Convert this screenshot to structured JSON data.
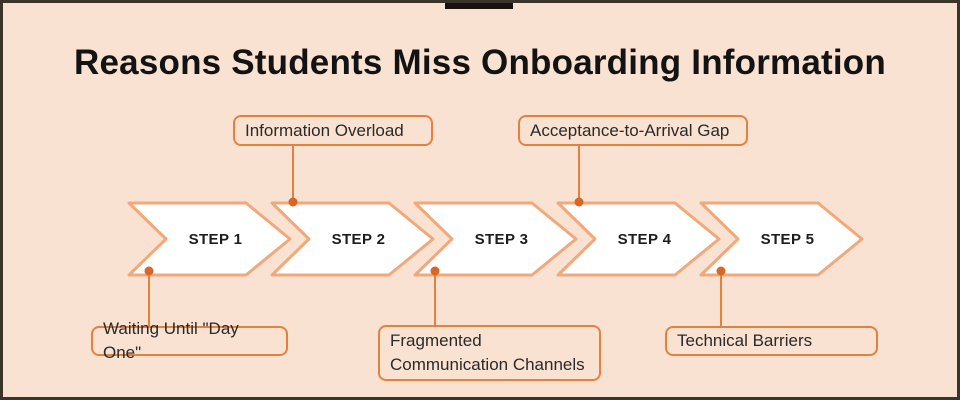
{
  "background": "#f9e2d1",
  "frame": {
    "border_color": "#3b342b"
  },
  "title": {
    "text": "Reasons Students Miss Onboarding Information",
    "color": "#131313"
  },
  "process": {
    "steps": [
      {
        "label": "STEP 1"
      },
      {
        "label": "STEP 2"
      },
      {
        "label": "STEP 3"
      },
      {
        "label": "STEP 4"
      },
      {
        "label": "STEP 5"
      }
    ],
    "chevron_fill": "#ffffff",
    "chevron_border": "#f1a87a",
    "label_color": "#1d1d1d"
  },
  "callouts": [
    {
      "text": "Waiting Until \"Day One\"",
      "attached_to": "STEP 1",
      "side": "bottom"
    },
    {
      "text": "Information Overload",
      "attached_to": "STEP 2",
      "side": "top"
    },
    {
      "text": "Fragmented Communication Channels",
      "attached_to": "STEP 3",
      "side": "bottom"
    },
    {
      "text": "Acceptance-to-Arrival Gap",
      "attached_to": "STEP 4",
      "side": "top"
    },
    {
      "text": "Technical Barriers",
      "attached_to": "STEP 5",
      "side": "bottom"
    }
  ],
  "connector": {
    "line_color": "#e5813f",
    "dot_color": "#d96526",
    "box_border_color": "#e5813f",
    "text_color": "#2a2a2a"
  }
}
